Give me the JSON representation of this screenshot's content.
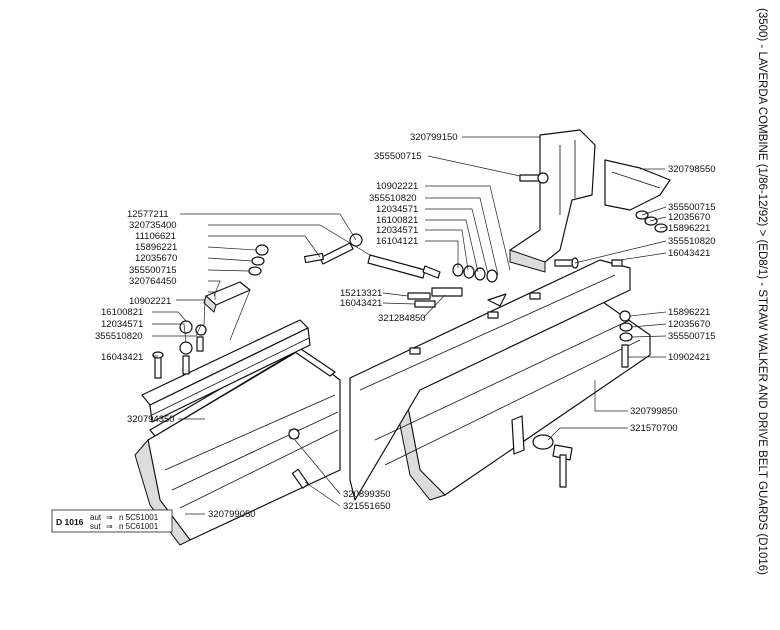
{
  "title": "(3500) - LAVERDA COMBINE (1/86-12/92) > (ED8/1) - STRAW WALKER AND DRIVE BELT GUARDS (D1016)",
  "diagram_code": "D 1016",
  "serial_notes": [
    {
      "prefix": "aut",
      "arrow": "⇒",
      "text": "n 5C51001"
    },
    {
      "prefix": "sut",
      "arrow": "⇒",
      "text": "n 5C61001"
    }
  ],
  "parts": [
    "320799150",
    "355500715",
    "320798550",
    "10902221",
    "355510820",
    "12034571",
    "16100821",
    "12034571",
    "16104121",
    "355500715",
    "12035670",
    "15896221",
    "355510820",
    "16043421",
    "12577211",
    "320735400",
    "11106621",
    "15896221",
    "12035670",
    "355500715",
    "320764450",
    "10902221",
    "16100821",
    "12034571",
    "355510820",
    "16043421",
    "15213321",
    "16043421",
    "321284850",
    "15896221",
    "12035670",
    "355500715",
    "10902421",
    "320794350",
    "320799850",
    "321570700",
    "320899350",
    "321551650",
    "320799050"
  ]
}
